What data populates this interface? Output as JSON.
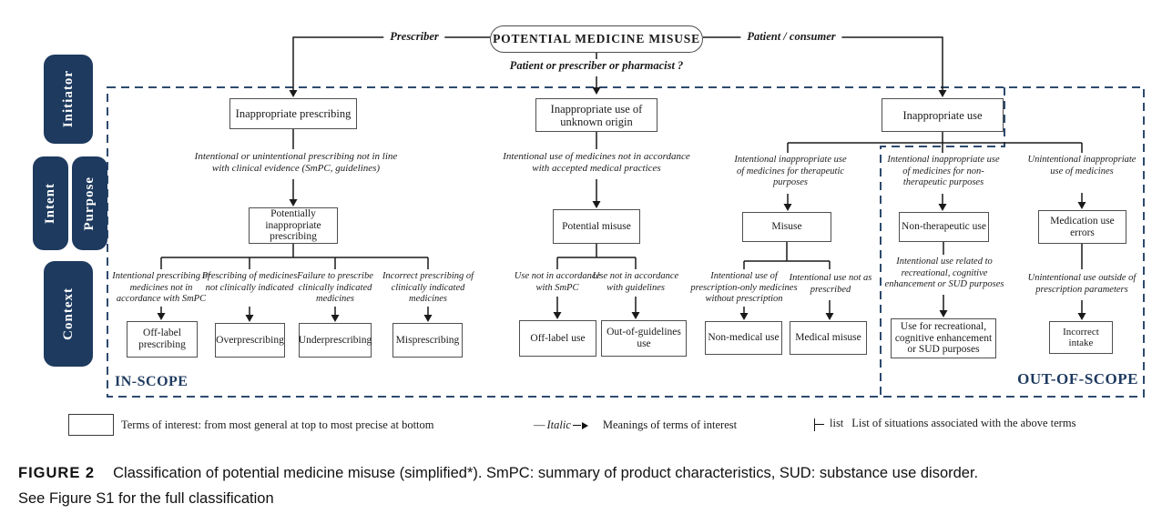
{
  "colors": {
    "navy": "#1e3a5f",
    "dash_navy": "#2e4a6e"
  },
  "header": {
    "root_label": "POTENTIAL MEDICINE MISUSE",
    "left_branch_label": "Prescriber",
    "right_branch_label": "Patient / consumer",
    "question": "Patient or prescriber or pharmacist ?"
  },
  "sidebar": {
    "initiator": "Initiator",
    "intent": "Intent",
    "purpose": "Purpose",
    "context": "Context"
  },
  "scope": {
    "in_label": "IN-SCOPE",
    "out_label": "OUT-OF-SCOPE"
  },
  "prescriber_column": {
    "top_box": "Inappropriate prescribing",
    "meaning": "Intentional or unintentional prescribing not in line with clinical evidence (SmPC, guidelines)",
    "mid_box": "Potentially inappropriate prescribing",
    "branches": [
      {
        "meaning": "Intentional prescribing of medicines not in accordance with SmPC",
        "box": "Off-label prescribing"
      },
      {
        "meaning": "Prescribing of medicines not clinically indicated",
        "box": "Overprescribing"
      },
      {
        "meaning": "Failure to prescribe clinically indicated medicines",
        "box": "Underprescribing"
      },
      {
        "meaning": "Incorrect prescribing of clinically indicated medicines",
        "box": "Misprescribing"
      }
    ]
  },
  "unknown_column": {
    "top_box": "Inappropriate use of unknown origin",
    "meaning": "Intentional use of medicines not in accordance with accepted medical practices",
    "mid_box": "Potential misuse",
    "branches": [
      {
        "meaning": "Use not in accordance with SmPC",
        "box": "Off-label use"
      },
      {
        "meaning": "Use not in accordance with guidelines",
        "box": "Out-of-guidelines use"
      }
    ]
  },
  "patient_column": {
    "top_box": "Inappropriate use",
    "sub_columns": [
      {
        "meaning": "Intentional inappropriate use of medicines for therapeutic purposes",
        "mid_box": "Misuse",
        "branches": [
          {
            "meaning": "Intentional use of prescription-only medicines without prescription",
            "box": "Non-medical use"
          },
          {
            "meaning": "Intentional use not as prescribed",
            "box": "Medical misuse"
          }
        ]
      },
      {
        "meaning": "Intentional inappropriate use of medicines for non-therapeutic purposes",
        "mid_box": "Non-therapeutic use",
        "branches": [
          {
            "meaning": "Intentional use related to recreational, cognitive enhancement or SUD purposes",
            "box": "Use for recreational, cognitive enhancement or SUD purposes"
          }
        ]
      },
      {
        "meaning": "Unintentional inappropriate use of medicines",
        "mid_box": "Medication use errors",
        "branches": [
          {
            "meaning": "Unintentional use outside of prescription parameters",
            "box": "Incorrect intake"
          }
        ]
      }
    ]
  },
  "legend": {
    "terms_label": "Terms of interest: from most general at top to most precise at bottom",
    "italic_prefix": "—",
    "italic_word": "Italic",
    "italic_label": "Meanings of terms of interest",
    "list_word": "list",
    "list_label": "List of situations associated with the above terms"
  },
  "caption": {
    "tag": "FIGURE 2",
    "line1": "Classification of potential medicine misuse (simplified*). SmPC: summary of product characteristics, SUD: substance use disorder.",
    "line2": "See Figure S1 for the full classification"
  }
}
